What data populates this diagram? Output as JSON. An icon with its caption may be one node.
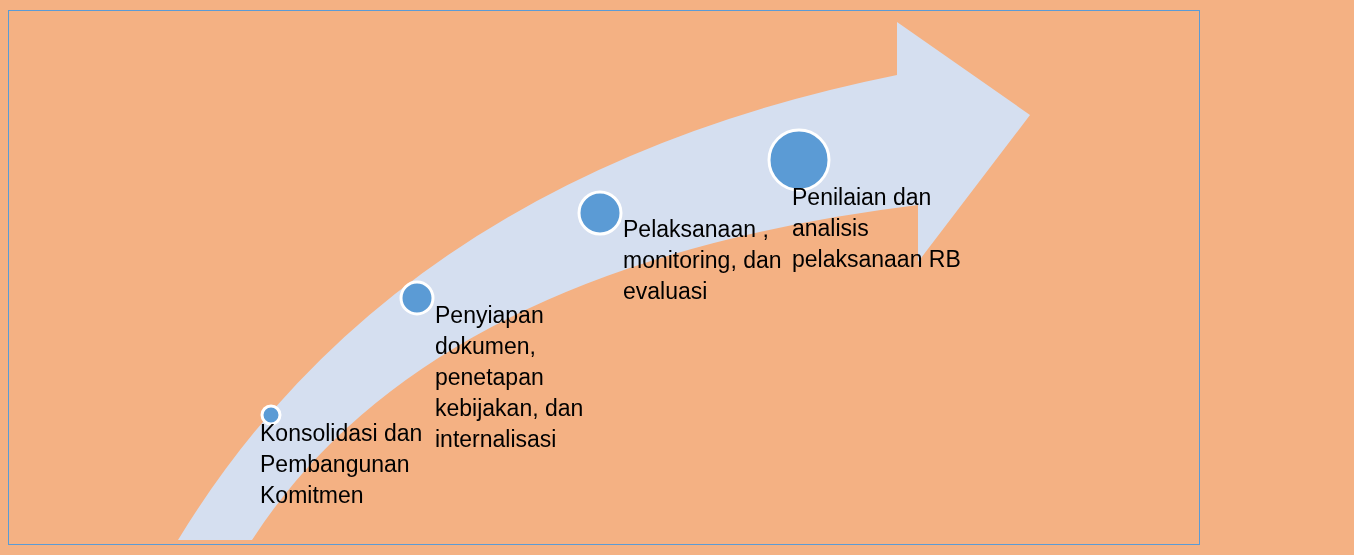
{
  "diagram": {
    "nodes": [
      {
        "text": [
          "Konsolidasi dan Pembangunan Komitmen"
        ]
      },
      {
        "text": [
          "Penyiapan dokumen, penetapan kebijakan, dan internalisasi"
        ]
      },
      {
        "text": [
          "Pelaksanaan , monitoring, dan evaluasi"
        ]
      },
      {
        "text": [
          "Penilaian dan analisis pelaksanaan RB"
        ]
      }
    ],
    "edges": []
  }
}
